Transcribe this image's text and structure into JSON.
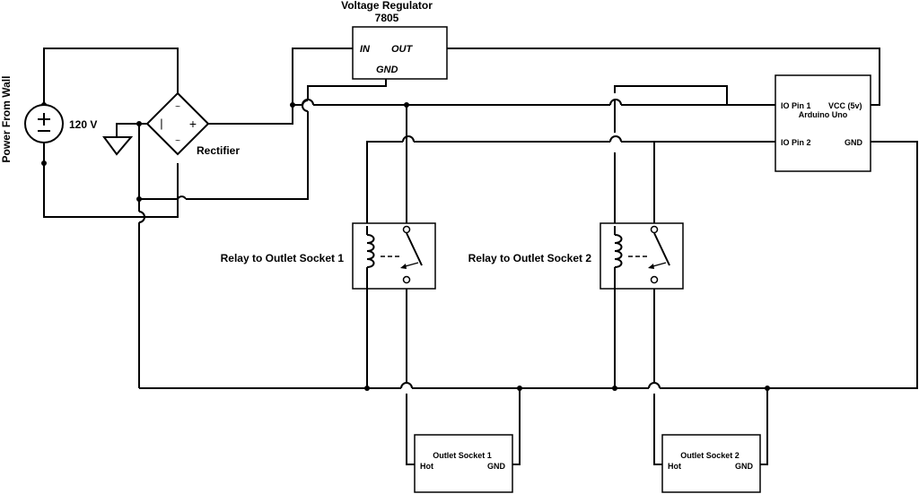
{
  "power": {
    "side_label": "Power From Wall",
    "voltage": "120 V"
  },
  "regulator": {
    "title_line1": "Voltage Regulator",
    "title_line2": "7805",
    "pin_in": "IN",
    "pin_out": "OUT",
    "pin_gnd": "GND"
  },
  "rectifier": {
    "label": "Rectifier"
  },
  "arduino": {
    "name": "Arduino Uno",
    "io1": "IO Pin 1",
    "vcc": "VCC (5v)",
    "io2": "IO Pin 2",
    "gnd": "GND"
  },
  "relays": [
    {
      "label": "Relay to Outlet Socket 1"
    },
    {
      "label": "Relay to Outlet Socket 2"
    }
  ],
  "outlets": [
    {
      "title": "Outlet Socket 1",
      "hot": "Hot",
      "gnd": "GND"
    },
    {
      "title": "Outlet Socket 2",
      "hot": "Hot",
      "gnd": "GND"
    }
  ]
}
